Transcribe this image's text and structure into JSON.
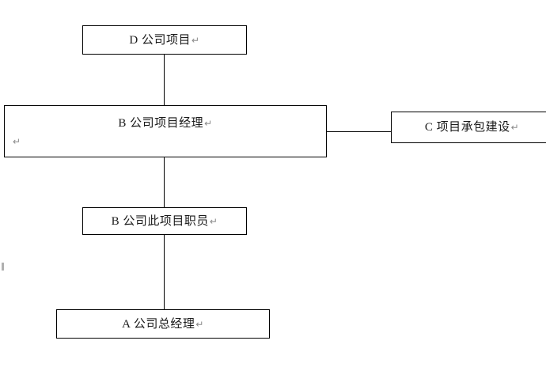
{
  "diagram": {
    "type": "org-chart",
    "title": "",
    "background_color": "#ffffff",
    "line_color": "#000000",
    "text_color": "#1a1a1a",
    "pilcrow_color": "#8a8a8a",
    "pilcrow": "↵",
    "nodes": [
      {
        "id": "node-d",
        "label": "D 公司项目",
        "pilcrow": "↵"
      },
      {
        "id": "node-b-mgr",
        "label": "B 公司项目经理",
        "pilcrow": "↵",
        "second_line_pilcrow": "↵"
      },
      {
        "id": "node-c",
        "label": "C 项目承包建设",
        "pilcrow": "↵"
      },
      {
        "id": "node-b-staff",
        "label": "B 公司此项目职员",
        "pilcrow": "↵"
      },
      {
        "id": "node-a",
        "label": "A 公司总经理",
        "pilcrow": "↵"
      }
    ],
    "connectors": [
      {
        "id": "conn-d-to-mgr",
        "from": "node-d",
        "to": "node-b-mgr",
        "orientation": "vertical"
      },
      {
        "id": "conn-mgr-to-c",
        "from": "node-b-mgr",
        "to": "node-c",
        "orientation": "horizontal"
      },
      {
        "id": "conn-mgr-to-staff",
        "from": "node-b-mgr",
        "to": "node-b-staff",
        "orientation": "vertical"
      },
      {
        "id": "conn-staff-to-a",
        "from": "node-b-staff",
        "to": "node-a",
        "orientation": "vertical"
      }
    ]
  }
}
